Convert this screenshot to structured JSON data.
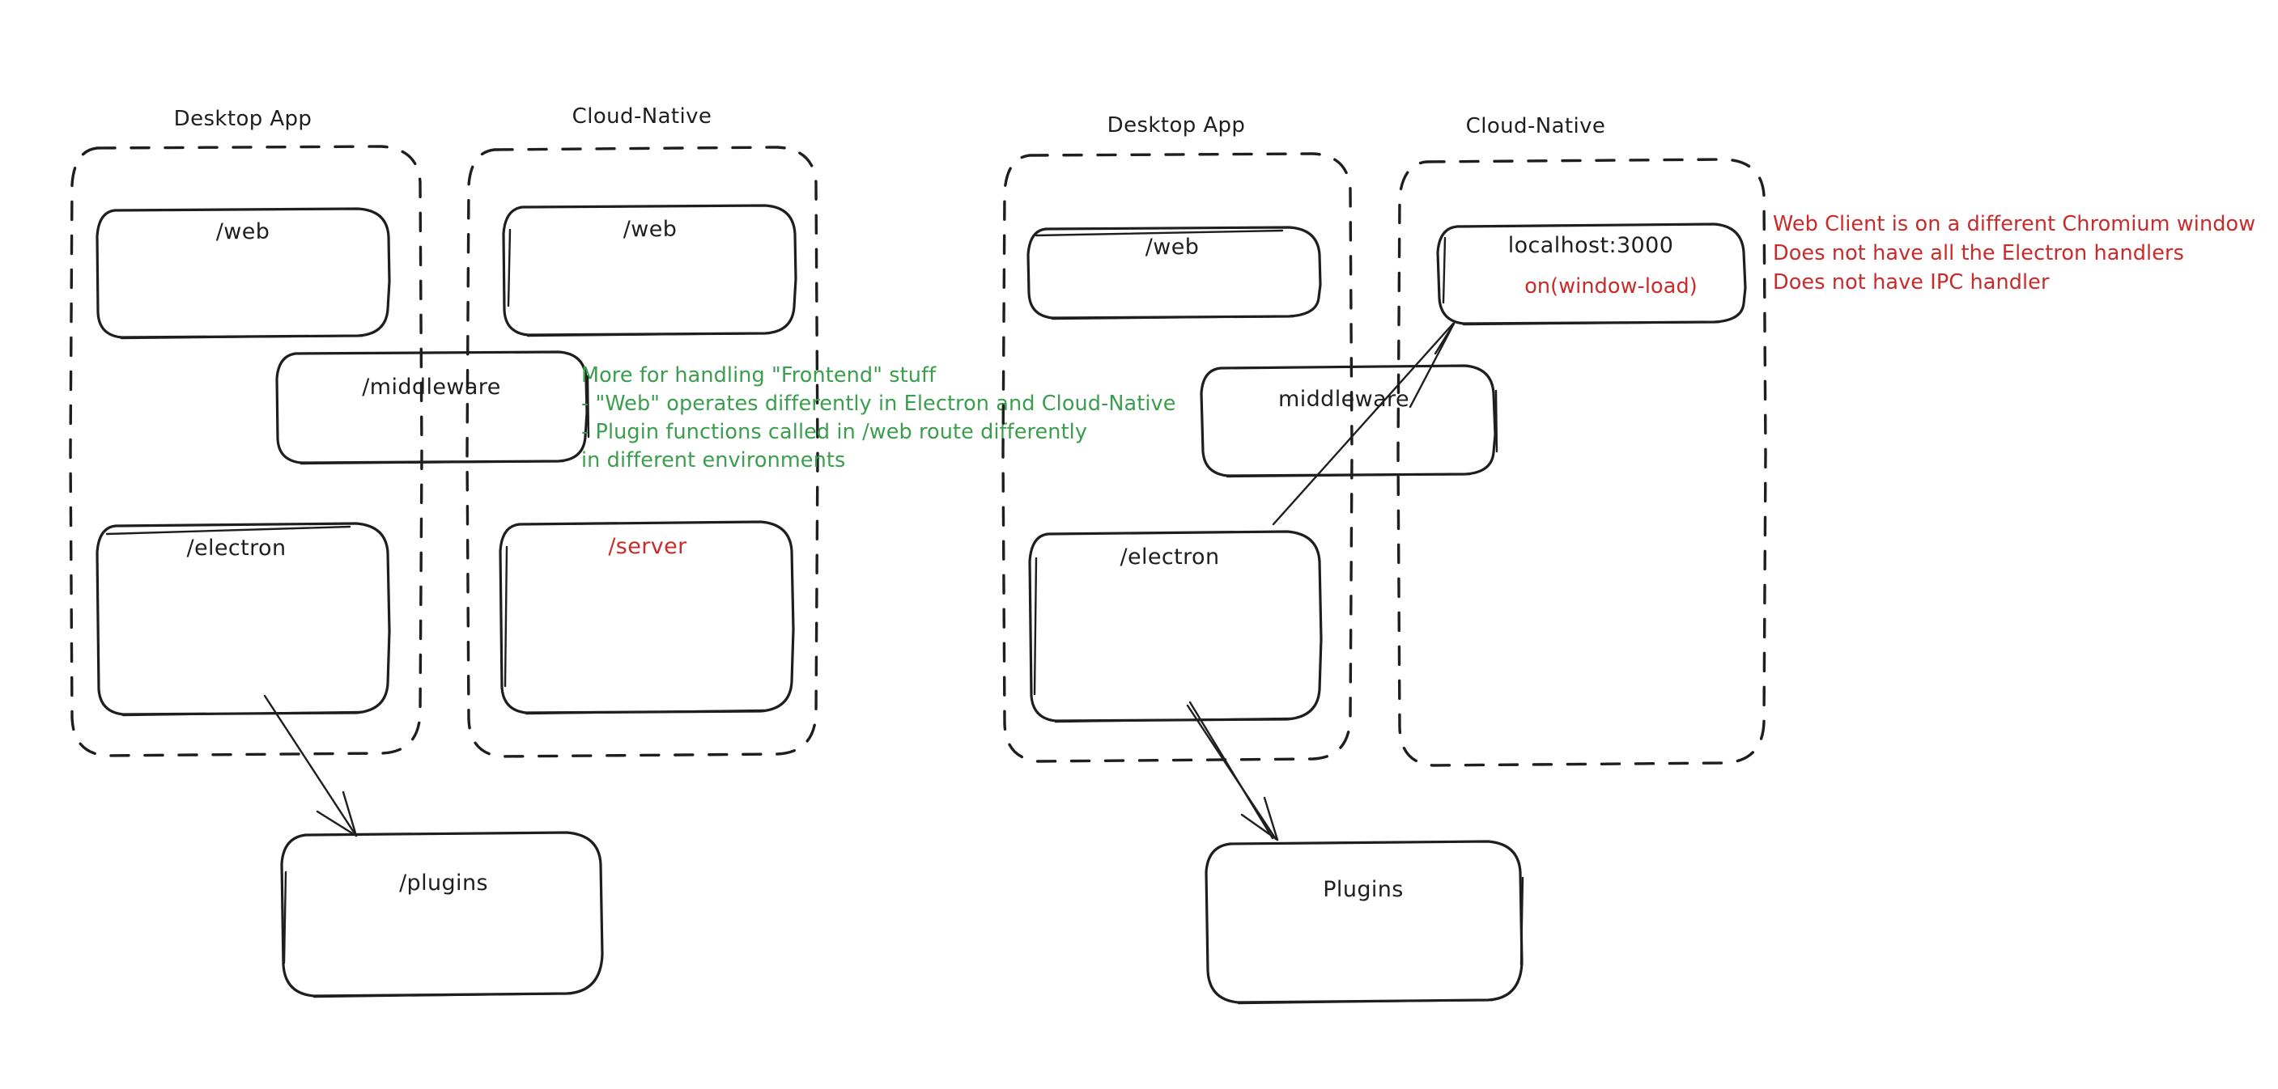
{
  "diagram": {
    "title_hidden": "Electron vs Cloud-Native architecture comparison",
    "background_color": "#ffffff",
    "stroke_color": "#1e1e1e",
    "green_color": "#3a9e4d",
    "red_color": "#c92a2a"
  },
  "left_diagram": {
    "groups": [
      {
        "label": "Desktop App"
      },
      {
        "label": "Cloud-Native"
      }
    ],
    "boxes": [
      {
        "label": "/web",
        "color": "#1e1e1e"
      },
      {
        "label": "/web",
        "color": "#1e1e1e"
      },
      {
        "label": "/middleware",
        "color": "#1e1e1e"
      },
      {
        "label": "/electron",
        "color": "#1e1e1e"
      },
      {
        "label": "/server",
        "color": "#c92a2a"
      },
      {
        "label": "/plugins",
        "color": "#1e1e1e"
      }
    ],
    "note_green": {
      "color": "#3a9e4d",
      "lines": [
        "More for handling \"Frontend\" stuff",
        "- \"Web\" operates differently in Electron and Cloud-Native",
        "- Plugin functions called in /web route differently",
        "in different environments"
      ]
    }
  },
  "right_diagram": {
    "groups": [
      {
        "label": "Desktop App"
      },
      {
        "label": "Cloud-Native"
      }
    ],
    "boxes": [
      {
        "label": "/web",
        "color": "#1e1e1e"
      },
      {
        "label": "localhost:3000",
        "sublabel": "on(window-load)",
        "color": "#1e1e1e",
        "sublabel_color": "#c92a2a"
      },
      {
        "label": "middleware",
        "color": "#1e1e1e"
      },
      {
        "label": "/electron",
        "color": "#1e1e1e"
      },
      {
        "label": "Plugins",
        "color": "#1e1e1e"
      }
    ],
    "note_red": {
      "color": "#c92a2a",
      "lines": [
        "Web Client is on a different Chromium window",
        "Does not have all the Electron handlers",
        "Does not have IPC handler"
      ]
    }
  },
  "text": {
    "desktop_app": "Desktop App",
    "cloud_native": "Cloud-Native",
    "web": "/web",
    "middleware_slash": "/middleware",
    "middleware_plain": "middleware",
    "electron": "/electron",
    "server": "/server",
    "plugins_slash": "/plugins",
    "plugins_plain": "Plugins",
    "localhost": "localhost:3000",
    "on_window_load": "on(window-load)",
    "green_line_1": "More for handling \"Frontend\" stuff",
    "green_line_2": "- \"Web\" operates differently in Electron and Cloud-Native",
    "green_line_3": "- Plugin functions called in /web route differently",
    "green_line_4": "in different environments",
    "red_line_1": "Web Client is on a different Chromium window",
    "red_line_2": "Does not have all the Electron handlers",
    "red_line_3": "Does not have IPC handler"
  }
}
